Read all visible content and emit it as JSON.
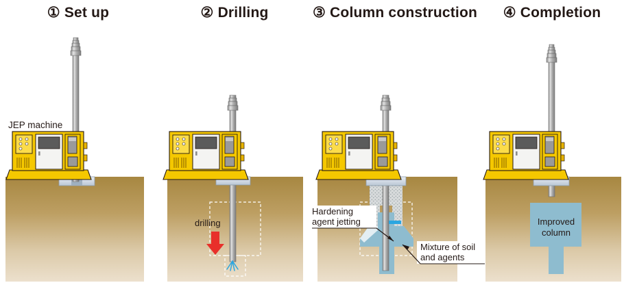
{
  "diagram": {
    "title_row": [
      {
        "number": "①",
        "label": "Set up"
      },
      {
        "number": "②",
        "label": "Drilling"
      },
      {
        "number": "③",
        "label": "Column construction"
      },
      {
        "number": "④",
        "label": "Completion"
      }
    ],
    "annotations": {
      "jep_machine": "JEP machine",
      "drilling": "drilling",
      "hardening_agent_jetting_line1": "Hardening",
      "hardening_agent_jetting_line2": "agent jetting",
      "mixture_line1": "Mixture of soil",
      "mixture_line2": "and agents",
      "improved_column_line1": "Improved",
      "improved_column_line2": "column"
    },
    "colors": {
      "machine_yellow": "#f5c800",
      "machine_yellow_dark": "#e8b400",
      "machine_outline": "#231815",
      "soil_top": "#a78741",
      "soil_bottom": "#ece0cd",
      "rod_steel": "#b5b5b5",
      "grout_blue": "#8ebccf",
      "jet_blue": "#2ba6e0",
      "arrow_red": "#e8302a",
      "text_dark": "#231815",
      "panel_white": "#ffffff"
    },
    "icons": {
      "down_arrow": "drilling-down-arrow",
      "jet_spray": "jet-spray-icon",
      "pointer_arrow": "pointer-arrow-icon"
    }
  }
}
